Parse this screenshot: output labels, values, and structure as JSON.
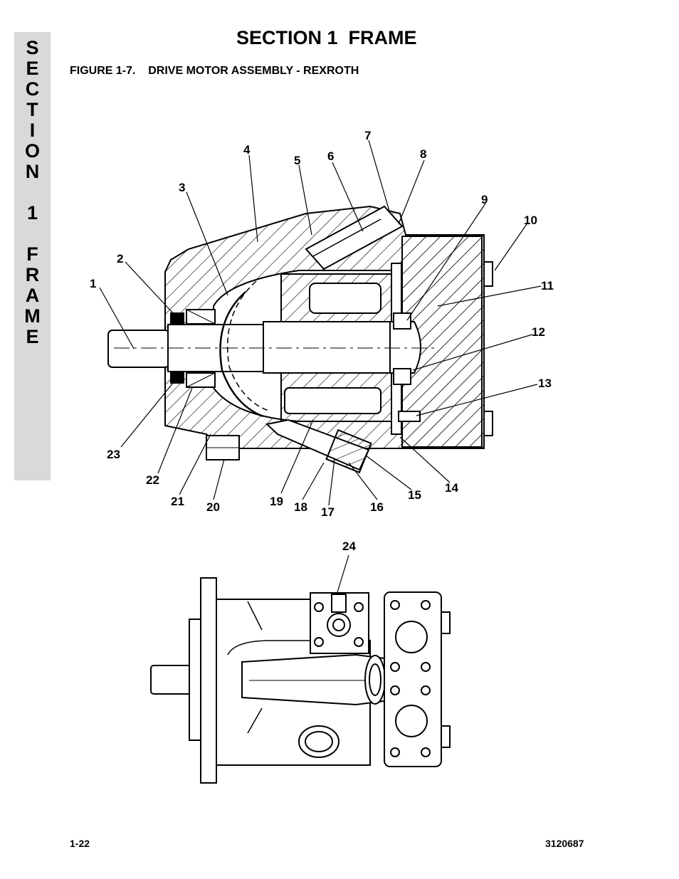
{
  "side_tab": {
    "letters": [
      "S",
      "E",
      "C",
      "T",
      "I",
      "O",
      "N",
      "",
      "1",
      "",
      "F",
      "R",
      "A",
      "M",
      "E"
    ]
  },
  "header": {
    "section_title": "SECTION 1  FRAME",
    "figure_title": "FIGURE 1-7.    DRIVE MOTOR ASSEMBLY - REXROTH"
  },
  "callouts": [
    "1",
    "2",
    "3",
    "4",
    "5",
    "6",
    "7",
    "8",
    "9",
    "10",
    "11",
    "12",
    "13",
    "14",
    "15",
    "16",
    "17",
    "18",
    "19",
    "20",
    "21",
    "22",
    "23",
    "24"
  ],
  "footer": {
    "page_number": "1-22",
    "doc_number": "3120687"
  }
}
